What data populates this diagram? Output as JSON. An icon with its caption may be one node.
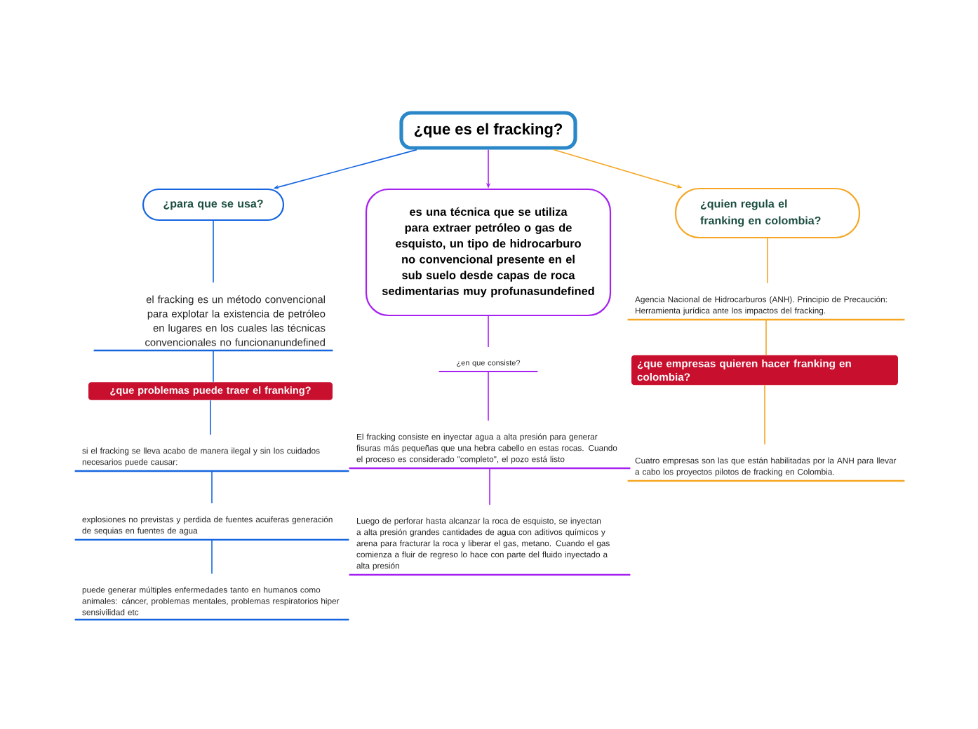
{
  "diagram": {
    "nodes": [
      {
        "text": [
          "¿que es el fracking?"
        ]
      },
      {
        "text": [
          "¿para que se usa?"
        ]
      },
      {
        "text": [
          "es una técnica que se utiliza para extraer petróleo o gas de esquisto, un tipo de hidrocarburo no convencional presente en el sub suelo desde capas de roca sedimentarias muy profunasundefined"
        ]
      },
      {
        "text": [
          "¿quien regula el franking en colombia?"
        ]
      },
      {
        "text": [
          "el fracking es un método convencional para explotar la existencia de petróleo  en lugares en los cuales las técnicas  convencionales no funcionanundefined"
        ]
      },
      {
        "text": [
          "¿que problemas puede traer el franking?"
        ]
      },
      {
        "text": [
          "si el fracking se lleva acabo de manera ilegal  y sin los cuidados necesarios puede causar:"
        ]
      },
      {
        "text": [
          "explosiones no previstas y perdida de fuentes acuiferas generación de sequias en fuentes de agua"
        ]
      },
      {
        "text": [
          "puede generar múltiples enfermedades tanto en humanos como animales: cáncer, problemas mentales, problemas respiratorios hiper sensivilidad etc"
        ]
      },
      {
        "text": [
          "¿en que consiste?"
        ]
      },
      {
        "text": [
          "El fracking consiste en inyectar agua a  alta presión para generar fisuras más pequeñas que una hebra cabello en estas rocas.  Cuando el proceso es considerado \"completo\",  el pozo está listo"
        ]
      },
      {
        "text": [
          "Luego de perforar hasta alcanzar la roca de esquisto, se inyectan a alta presión grandes cantidades de agua con aditivos químicos y arena para fracturar la roca y liberar el gas, metano. Cuando el gas comienza a fluir de regreso lo hace con parte del fluido inyectado a alta presión"
        ]
      },
      {
        "text": [
          "Agencia Nacional de Hidrocarburos (ANH). Principio de Precaución: Herramienta jurídica ante los impactos del fracking."
        ]
      },
      {
        "text": [
          "¿que empresas quieren hacer franking en colombia?"
        ]
      },
      {
        "text": [
          "Cuatro empresas son las que están habilitadas por la ANH para llevar a cabo los proyectos pilotos de fracking en Colombia."
        ]
      }
    ],
    "edges": [
      {
        "from": 0,
        "to": 1,
        "arrow": "to"
      },
      {
        "from": 0,
        "to": 2,
        "arrow": "to",
        "color": "#a620f0"
      },
      {
        "from": 0,
        "to": 3,
        "arrow": "to",
        "color": "#f5a623"
      },
      {
        "from": 1,
        "to": 4,
        "arrow": "none"
      },
      {
        "from": 4,
        "to": 5,
        "arrow": "none"
      },
      {
        "from": 5,
        "to": 6,
        "arrow": "none"
      },
      {
        "from": 6,
        "to": 7,
        "arrow": "none"
      },
      {
        "from": 7,
        "to": 8,
        "arrow": "none"
      },
      {
        "from": 2,
        "to": 9,
        "arrow": "none",
        "color": "#a620f0"
      },
      {
        "from": 9,
        "to": 10,
        "arrow": "none",
        "color": "#a620f0"
      },
      {
        "from": 10,
        "to": 11,
        "arrow": "none",
        "color": "#a620f0"
      },
      {
        "from": 3,
        "to": 12,
        "arrow": "none",
        "color": "#f5a623"
      },
      {
        "from": 12,
        "to": 13,
        "arrow": "none",
        "color": "#f5a623"
      },
      {
        "from": 13,
        "to": 14,
        "arrow": "none",
        "color": "#f5a623"
      }
    ]
  }
}
